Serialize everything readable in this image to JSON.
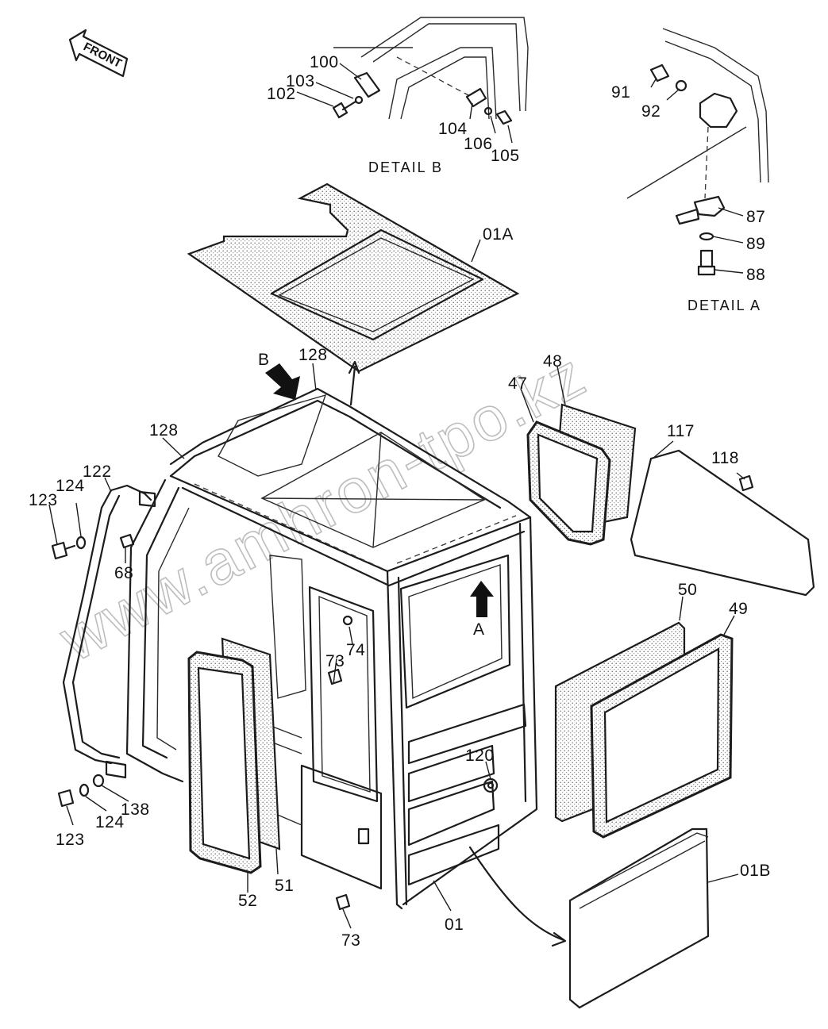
{
  "watermark": "www.amhron-tpo.kz",
  "front_label": "FRONT",
  "details": {
    "detail_a": "DETAIL A",
    "detail_b": "DETAIL B",
    "view_a": "A",
    "view_b": "B"
  },
  "part_numbers": {
    "p01": "01",
    "p01a": "01A",
    "p01b": "01B",
    "p47": "47",
    "p48": "48",
    "p49": "49",
    "p50": "50",
    "p51": "51",
    "p52": "52",
    "p68": "68",
    "p73_upper": "73",
    "p73_lower": "73",
    "p74": "74",
    "p87": "87",
    "p88": "88",
    "p89": "89",
    "p91": "91",
    "p92": "92",
    "p100": "100",
    "p102": "102",
    "p103": "103",
    "p104": "104",
    "p105": "105",
    "p106": "106",
    "p117": "117",
    "p118": "118",
    "p120": "120",
    "p122": "122",
    "p123_upper": "123",
    "p123_lower": "123",
    "p124_upper": "124",
    "p124_lower": "124",
    "p128_top": "128",
    "p128_left": "128",
    "p138": "138"
  }
}
